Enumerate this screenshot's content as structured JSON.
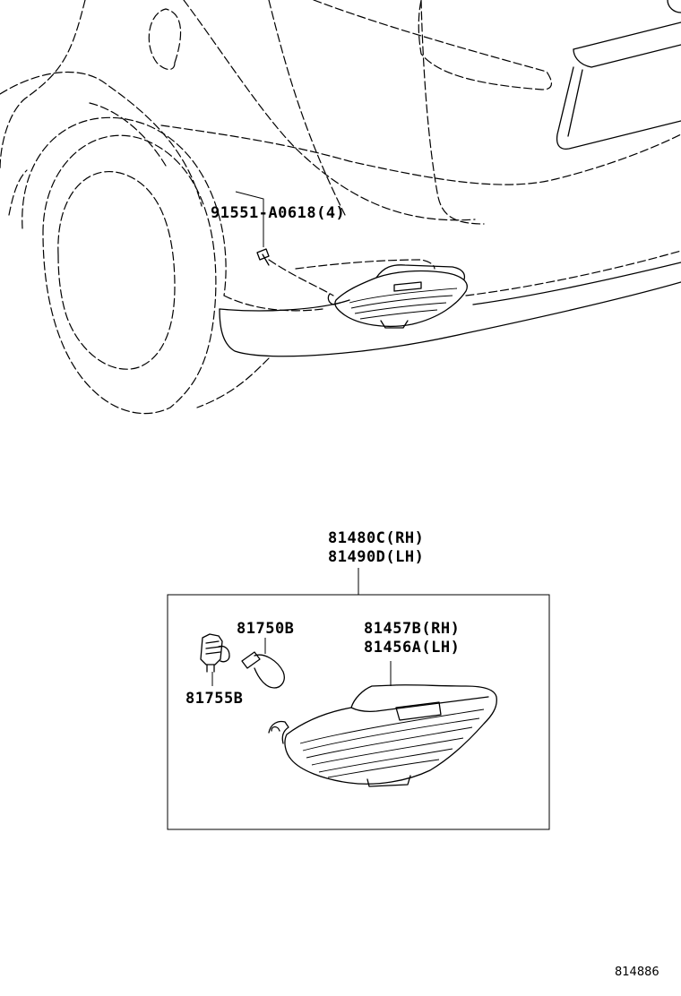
{
  "labels": {
    "bolt": "91551-A0618(4)",
    "assy_rh": "81480C(RH)",
    "assy_lh": "81490D(LH)",
    "bulb": "81750B",
    "socket": "81755B",
    "lens_rh": "81457B(RH)",
    "lens_lh": "81456A(LH)"
  },
  "figure_ref": "814886"
}
